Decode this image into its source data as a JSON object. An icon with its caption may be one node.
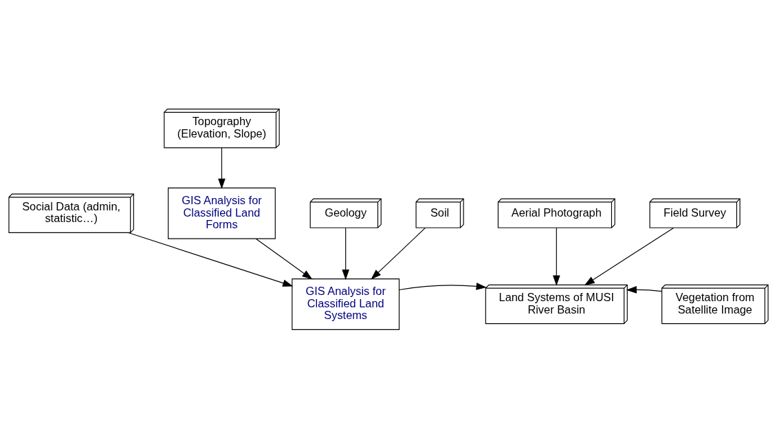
{
  "diagram": {
    "nodes": [
      {
        "text": [
          "Topography (Elevation, Slope)"
        ]
      },
      {
        "text": [
          "GIS Analysis for Classified Land Forms"
        ]
      },
      {
        "text": [
          "Social Data (admin, statistic…)"
        ]
      },
      {
        "text": [
          "Aerial Photograph"
        ]
      },
      {
        "text": [
          "GIS Analysis for Classified Land Systems"
        ]
      },
      {
        "text": [
          "Land Systems of MUSI River Basin"
        ]
      },
      {
        "text": [
          "Vegetation from Satellite Image"
        ]
      },
      {
        "text": [
          "Geology"
        ]
      },
      {
        "text": [
          "Soil"
        ]
      },
      {
        "text": [
          "Field Survey"
        ]
      }
    ],
    "edges": [
      {
        "from": 0,
        "to": 1,
        "arrow": "to"
      },
      {
        "from": 2,
        "to": 4,
        "arrow": "to"
      },
      {
        "from": 1,
        "to": 4,
        "arrow": "to"
      },
      {
        "from": 3,
        "to": 5,
        "arrow": "to"
      },
      {
        "from": 4,
        "to": 5,
        "arrow": "to"
      },
      {
        "from": 6,
        "to": 5,
        "arrow": "to"
      },
      {
        "from": 7,
        "to": 4,
        "arrow": "to"
      },
      {
        "from": 8,
        "to": 4,
        "arrow": "to"
      },
      {
        "from": 9,
        "to": 5,
        "arrow": "to"
      }
    ]
  }
}
